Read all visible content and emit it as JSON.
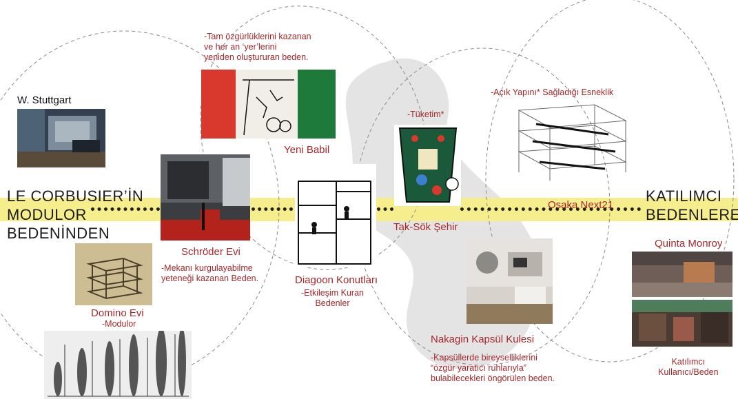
{
  "left_title": [
    "LE CORBUSIER’İN",
    "MODULOR",
    "BEDENİNDEN"
  ],
  "right_title": [
    "KATILIMCI",
    "BEDENLERE"
  ],
  "labels": {
    "stuttgart": "W. Stuttgart",
    "schroder": "Schröder Evi",
    "schroder_desc": [
      "-Mekanı kurgulayabilme",
      "yeteneği kazanan Beden."
    ],
    "domino": "Domino Evi",
    "modulor": "-Modulor",
    "babil_desc": [
      "-Tam özgürlüklerini kazanan",
      "ve her an ‘yer’lerini",
      "yeniden oluştururan beden."
    ],
    "babil": "Yeni Babil",
    "diagoon": "Diagoon Konutları",
    "diagoon_desc": [
      "-Etkileşim Kuran",
      "Bedenler"
    ],
    "tuketim": "-Tüketim*",
    "taksok": "Tak-Sök Şehir",
    "nakagin": "Nakagin Kapsül Kulesi",
    "nakagin_desc": [
      "-Kapsüllerde bireyselliklerini",
      "“özgür yaratıcı ruhlarıyla”",
      "bulabilecekleri öngörülen  beden."
    ],
    "acik": "-Açık Yapını* Sağladığı Esneklik",
    "osaka": "Osaka Next21",
    "quinta": "Quinta Monroy",
    "katilimci": [
      "Katılımcı",
      "Kullanıcı/Beden"
    ]
  },
  "colors": {
    "accent_red": "#a5272a",
    "band_yellow": "#f6ee8c",
    "blob_gray": "#e4e4e4"
  }
}
